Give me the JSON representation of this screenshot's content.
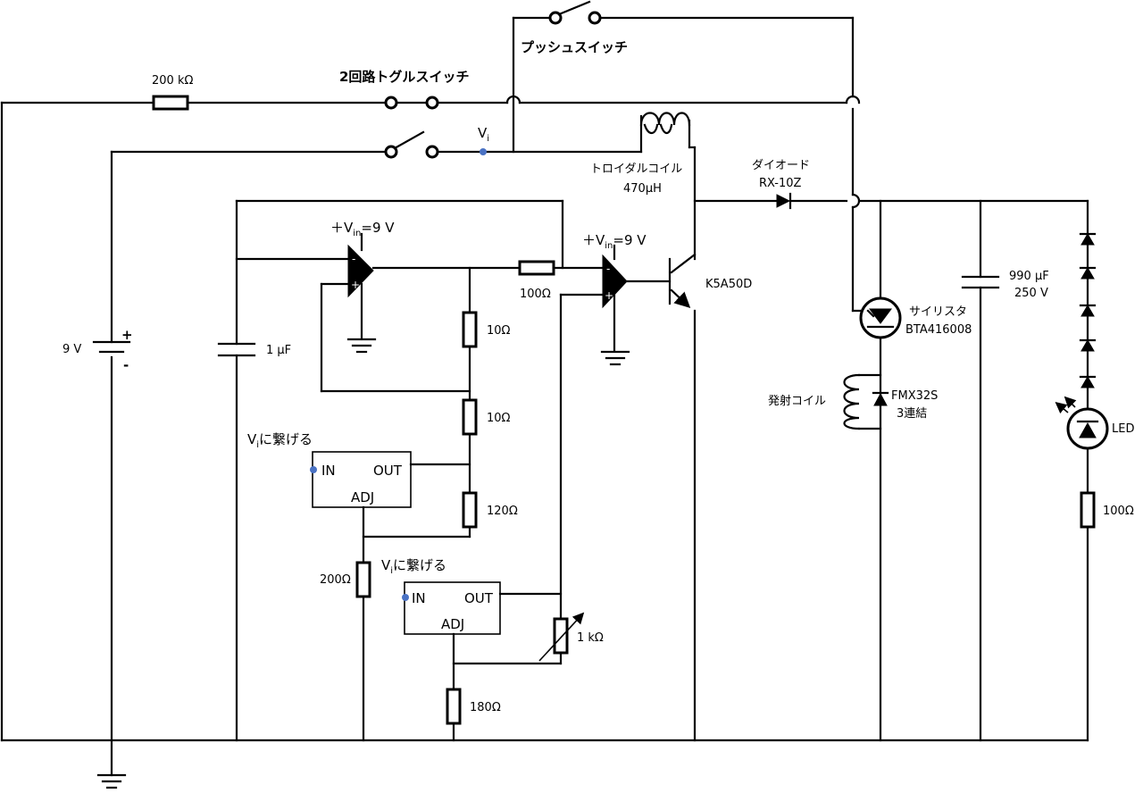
{
  "labels": {
    "push_switch": "プッシュスイッチ",
    "toggle_switch": "2回路トグルスイッチ",
    "r_200k": "200 kΩ",
    "vi_main": "V",
    "vi_sub": "i",
    "toroidal_coil": "トロイダルコイル",
    "toroidal_value": "470μH",
    "diode_name": "ダイオード",
    "diode_part": "RX-10Z",
    "opamp1_vin": "＋V",
    "opamp1_vin_sub": "in",
    "opamp1_vin_val": "=9 V",
    "opamp2_vin": "＋V",
    "opamp2_vin_sub": "in",
    "opamp2_vin_val": "=9 V",
    "r_100_bias": "100Ω",
    "transistor": "K5A50D",
    "cap_990": "990 μF",
    "cap_990_v": "250 V",
    "thyristor_name": "サイリスタ",
    "thyristor_part": "BTA416008",
    "battery": "9 V",
    "battery_plus": "+",
    "battery_minus": "-",
    "cap_1u": "1 μF",
    "r_10a": "10Ω",
    "r_10b": "10Ω",
    "launch_coil": "発射コイル",
    "fmx_part": "FMX32S",
    "fmx_note": "3連結",
    "led": "LED",
    "r_100_led": "100Ω",
    "reg1_note_v": "V",
    "reg1_note_sub": "i",
    "reg1_note": "に繋げる",
    "reg1_in": "IN",
    "reg1_out": "OUT",
    "reg1_adj": "ADJ",
    "r_120": "120Ω",
    "r_200": "200Ω",
    "reg2_note_v": "V",
    "reg2_note_sub": "i",
    "reg2_note": "に繋げる",
    "reg2_in": "IN",
    "reg2_out": "OUT",
    "reg2_adj": "ADJ",
    "vr_1k": "1 kΩ",
    "r_180": "180Ω",
    "op_minus": "-",
    "op_plus": "+"
  }
}
